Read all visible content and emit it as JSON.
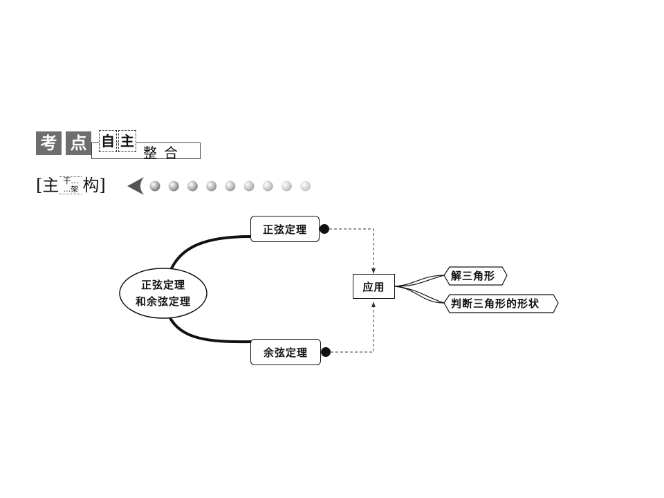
{
  "header": {
    "chip1": "考",
    "chip2": "点",
    "box1": "自",
    "box2": "主",
    "bar_text": "整合"
  },
  "section": {
    "bracket_open": "[",
    "big1": "主",
    "small": "干…",
    "small2": "…架",
    "big2": "构",
    "bracket_close": "]"
  },
  "diagram": {
    "center_line1": "正弦定理",
    "center_line2": "和余弦定理",
    "top_node": "正弦定理",
    "bottom_node": "余弦定理",
    "apply_node": "应用",
    "leaf1": "解三角形",
    "leaf2": "判断三角形的形状"
  },
  "colors": {
    "chip_bg": "#6e6e6e",
    "dot_start": "#888888",
    "dot_end": "#d6d6d6"
  },
  "icons": {
    "arrow": "left-arrowhead-icon",
    "dots": "progress-dots-icon"
  }
}
